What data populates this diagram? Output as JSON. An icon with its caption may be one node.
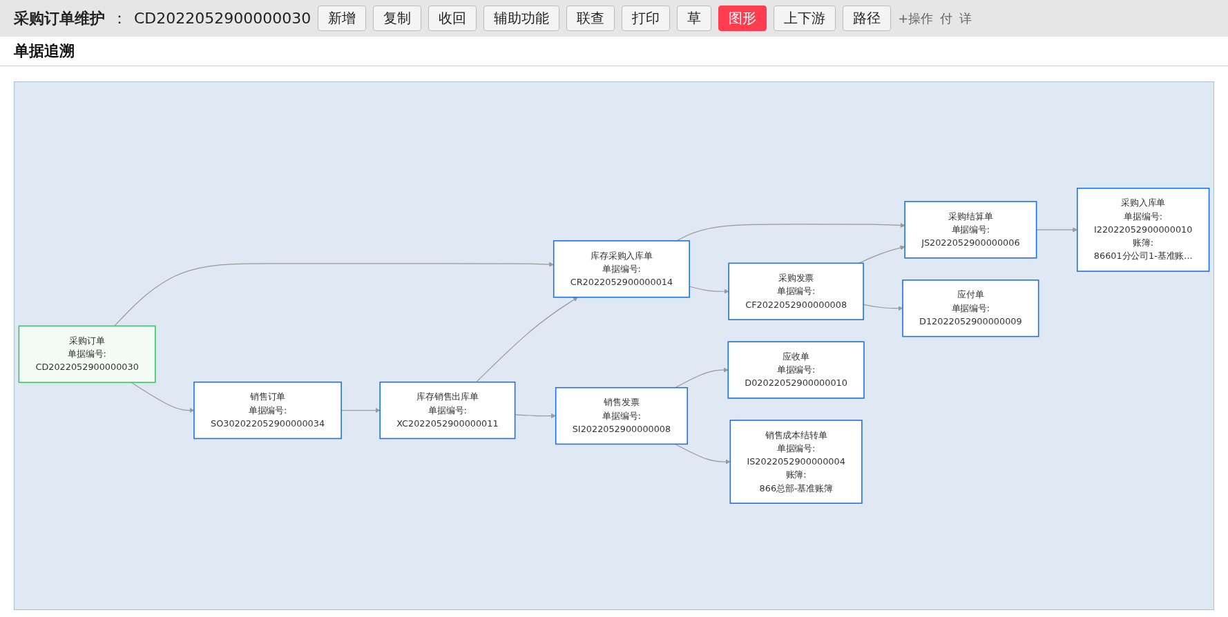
{
  "diagram": {
    "title": "单据追溯",
    "nodes": [
      {
        "text": [
          "采购订单",
          "单据编号:",
          "CD2022052900000030"
        ]
      },
      {
        "text": [
          "库存采购入库单",
          "单据编号:",
          "CR2022052900000014"
        ]
      },
      {
        "text": [
          "采购结算单",
          "单据编号:",
          "JS2022052900000006"
        ]
      },
      {
        "text": [
          "采购入库单",
          "单据编号:",
          "I22022052900000010",
          "账簿:",
          "86601分公司1-基准账..."
        ]
      },
      {
        "text": [
          "采购发票",
          "单据编号:",
          "CF2022052900000008"
        ]
      },
      {
        "text": [
          "应付单",
          "单据编号:",
          "D12022052900000009"
        ]
      },
      {
        "text": [
          "销售订单",
          "单据编号:",
          "SO302022052900000034"
        ]
      },
      {
        "text": [
          "库存销售出库单",
          "单据编号:",
          "XC2022052900000011"
        ]
      },
      {
        "text": [
          "销售发票",
          "单据编号:",
          "SI2022052900000008"
        ]
      },
      {
        "text": [
          "应收单",
          "单据编号:",
          "D02022052900000010"
        ]
      },
      {
        "text": [
          "销售成本结转单",
          "单据编号:",
          "IS2022052900000004",
          "账簿:",
          "866总部-基准账簿"
        ]
      }
    ],
    "edges": [
      {
        "from": 0,
        "to": 1,
        "arrow": "to"
      },
      {
        "from": 0,
        "to": 6,
        "arrow": "to"
      },
      {
        "from": 1,
        "to": 2,
        "arrow": "to"
      },
      {
        "from": 1,
        "to": 4,
        "arrow": "to"
      },
      {
        "from": 2,
        "to": 3,
        "arrow": "to"
      },
      {
        "from": 4,
        "to": 2,
        "arrow": "to"
      },
      {
        "from": 4,
        "to": 5,
        "arrow": "to"
      },
      {
        "from": 6,
        "to": 7,
        "arrow": "to"
      },
      {
        "from": 7,
        "to": 1,
        "arrow": "to"
      },
      {
        "from": 7,
        "to": 8,
        "arrow": "to"
      },
      {
        "from": 8,
        "to": 9,
        "arrow": "to"
      },
      {
        "from": 8,
        "to": 10,
        "arrow": "to"
      }
    ],
    "labels": [
      "采购订单维护",
      "：",
      "CD2022052900000030",
      "新增",
      "复制",
      "收回",
      "辅助功能",
      "联查",
      "打印",
      "草",
      "图形",
      "上下游",
      "路径",
      "+操作",
      "付",
      "详"
    ]
  }
}
